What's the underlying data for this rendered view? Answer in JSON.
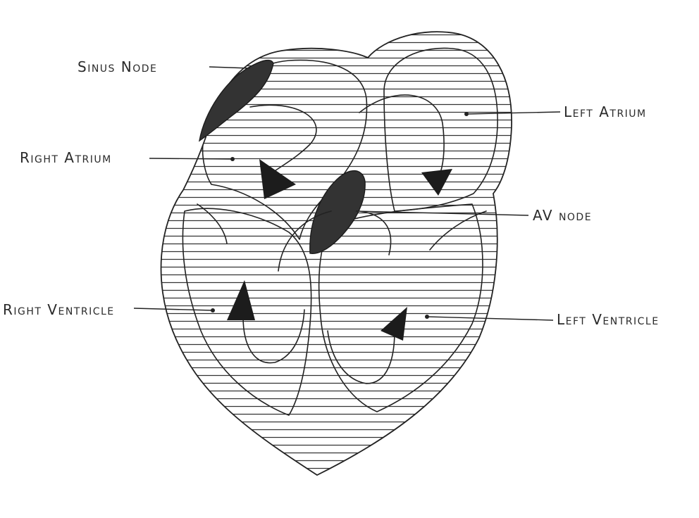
{
  "labels": {
    "sinus_node": "Sinus Node",
    "right_atrium": "Right Atrium",
    "left_atrium": "Left Atrium",
    "av_node": "AV node",
    "right_ventricle": "Right Ventricle",
    "left_ventricle": "Left Ventricle"
  }
}
